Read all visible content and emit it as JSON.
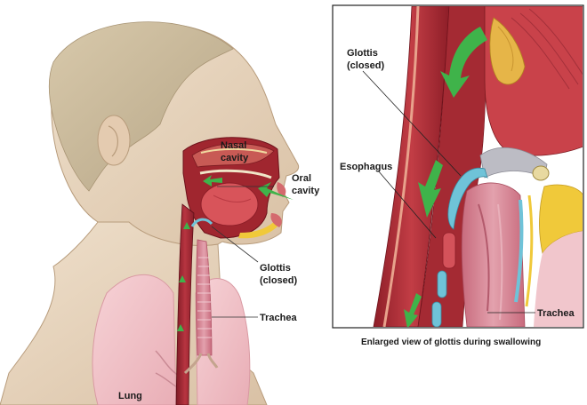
{
  "labels": {
    "nasal_cavity": [
      "Nasal",
      "cavity"
    ],
    "oral_cavity": [
      "Oral",
      "cavity"
    ],
    "glottis_left": [
      "Glottis",
      "(closed)"
    ],
    "trachea_left": "Trachea",
    "lung": "Lung",
    "glottis_right": [
      "Glottis",
      "(closed)"
    ],
    "esophagus_right": "Esophagus",
    "trachea_right": "Trachea"
  },
  "caption": "Enlarged view of glottis during swallowing",
  "colors": {
    "skin": "#e6d3bd",
    "hair": "#c9b99b",
    "tissue_red": "#b8333d",
    "tissue_dark": "#7a1620",
    "trachea_pink": "#d88a9a",
    "lung_pink": "#f3c6cb",
    "arrow_green": "#3fb34a",
    "cartilage_blue": "#6fc3d8",
    "fat_yellow": "#f0c93a"
  }
}
